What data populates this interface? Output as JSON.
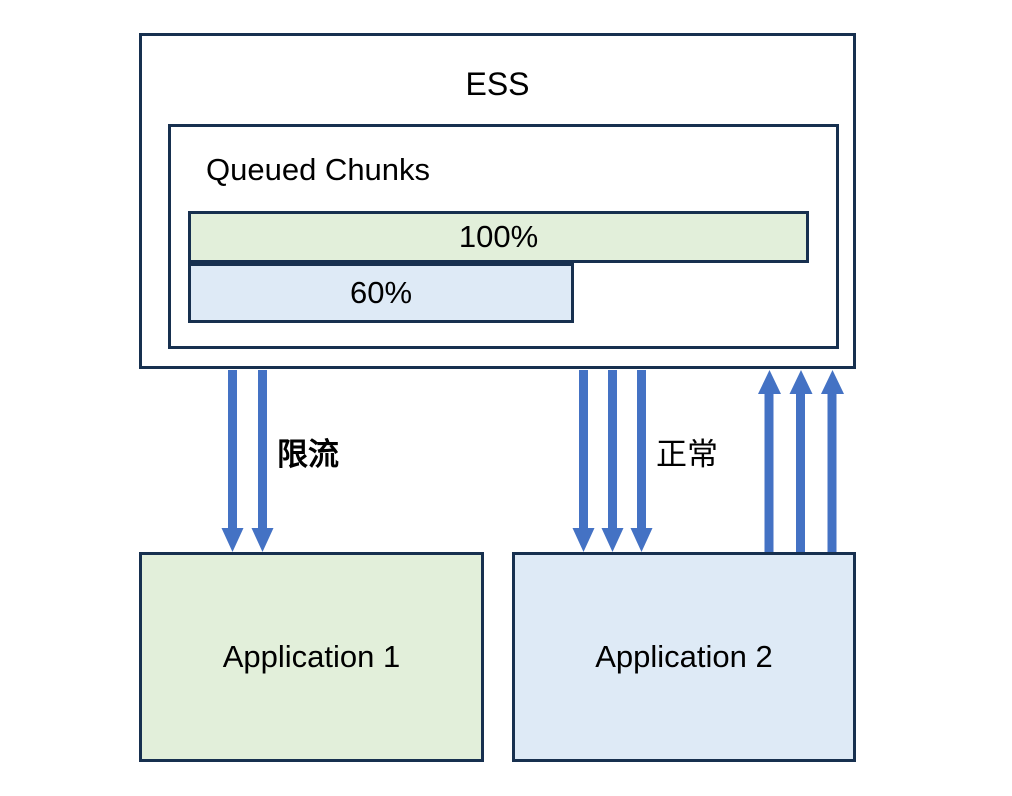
{
  "diagram": {
    "title": "ESS chunk queue throttling diagram",
    "colors": {
      "border": "#17304f",
      "green_fill": "#e2efda",
      "blue_fill": "#deeaf6",
      "arrow_blue": "#4472c4",
      "background": "#ffffff"
    }
  },
  "ess": {
    "title": "ESS",
    "queue": {
      "title": "Queued Chunks",
      "bars": [
        {
          "label": "100%",
          "value": 100,
          "fill": "#e2efda"
        },
        {
          "label": "60%",
          "value": 60,
          "fill": "#deeaf6"
        }
      ]
    }
  },
  "applications": [
    {
      "name": "Application 1",
      "fill": "#e2efda"
    },
    {
      "name": "Application 2",
      "fill": "#deeaf6"
    }
  ],
  "flows": [
    {
      "label": "限流",
      "direction": "down",
      "arrow_count": 2,
      "from": "ESS",
      "to": "Application 1",
      "emphasis": "bold"
    },
    {
      "label": "正常",
      "direction": "down",
      "arrow_count": 3,
      "from": "ESS",
      "to": "Application 2",
      "emphasis": "normal"
    },
    {
      "label": "",
      "direction": "up",
      "arrow_count": 3,
      "from": "Application 2",
      "to": "ESS",
      "emphasis": "normal"
    }
  ]
}
